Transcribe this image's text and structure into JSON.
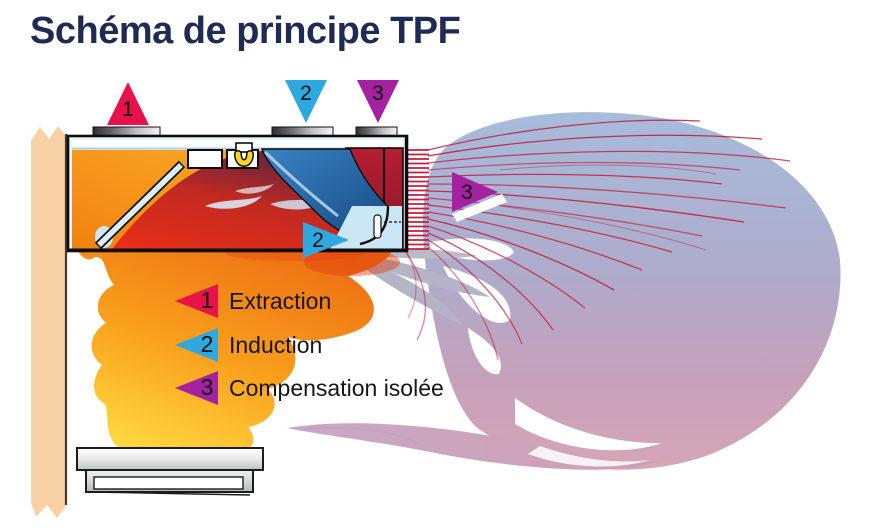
{
  "title": "Schéma de principe TPF",
  "markers": {
    "extraction_top": "1",
    "induction_top": "2",
    "compensation_top": "3",
    "induction_flow": "2",
    "compensation_flow": "3"
  },
  "legend": {
    "items": [
      {
        "number": "1",
        "label": "Extraction",
        "color": "#e61249"
      },
      {
        "number": "2",
        "label": "Induction",
        "color": "#2fa8e0"
      },
      {
        "number": "3",
        "label": "Compensation isolée",
        "color": "#a4219f"
      }
    ]
  },
  "colors": {
    "title": "#1f2b55",
    "extraction": "#e61249",
    "induction": "#2fa8e0",
    "compensation": "#a4219f",
    "streamlines": "#c21f3f",
    "plume_top": "#a7bcdb",
    "plume_bottom": "#d6a6b6",
    "smoke_orange": "#f6921e",
    "smoke_yellow": "#ffd83f",
    "wall": "#f8d2a4"
  }
}
